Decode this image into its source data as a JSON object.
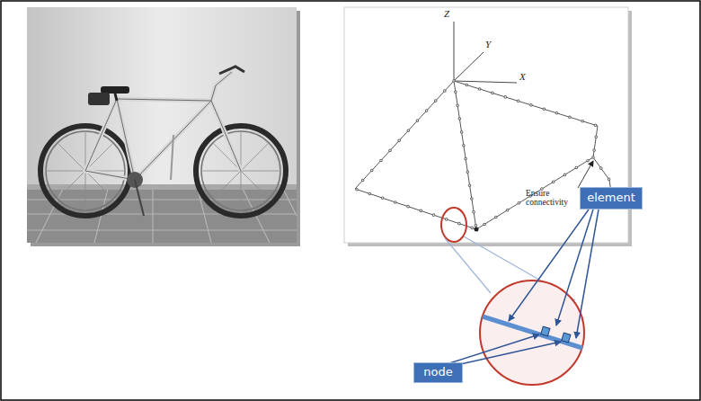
{
  "diagram": {
    "nodes": [
      {
        "text": [
          "element"
        ]
      },
      {
        "text": [
          "node"
        ]
      }
    ],
    "labels": [
      "Z",
      "Y",
      "X",
      "Ensure connectivity"
    ]
  }
}
